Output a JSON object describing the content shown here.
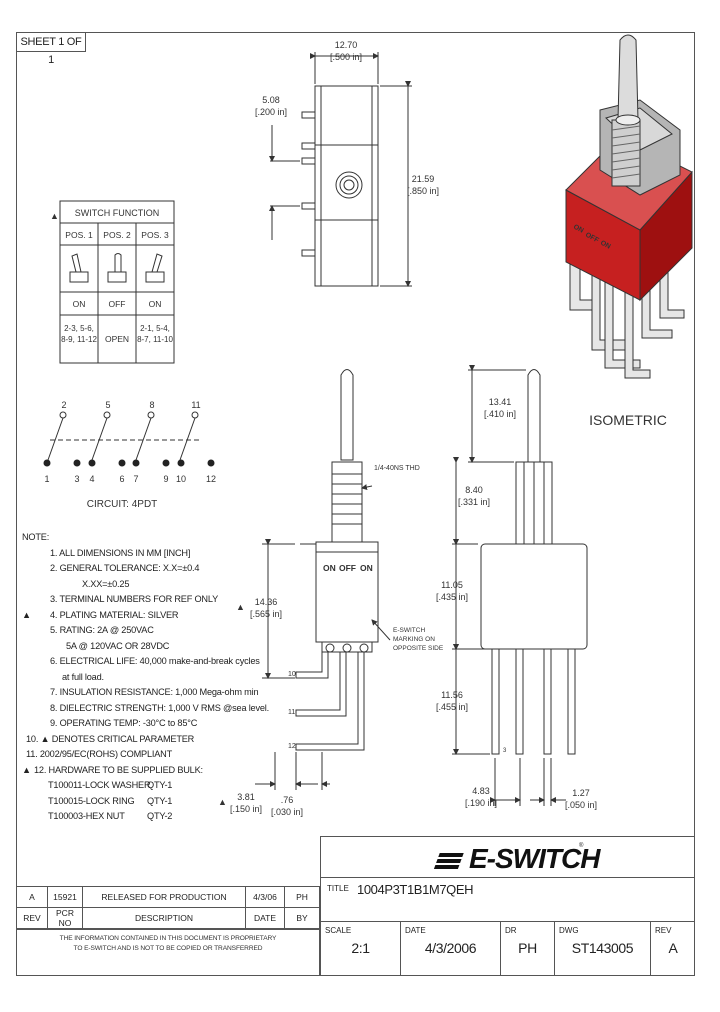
{
  "sheet": "SHEET 1 OF 1",
  "dims": {
    "top_w": "12.70",
    "top_w_in": "[.500 in]",
    "top_h": "5.08",
    "top_h_in": "[.200 in]",
    "top_total": "21.59",
    "top_total_in": "[.850 in]",
    "lever_h": "13.41",
    "lever_h_in": "[.410 in]",
    "bush_h": "8.40",
    "bush_h_in": "[.331 in]",
    "body_h": "11.05",
    "body_h_in": "[.435 in]",
    "pin_h": "11.56",
    "pin_h_in": "[.455 in]",
    "pin_w": "4.83",
    "pin_w_in": "[.190 in]",
    "pitch": "1.27",
    "pitch_in": "[.050 in]",
    "side_h": "14.36",
    "side_h_in": "[.565 in]",
    "foot1": "3.81",
    "foot1_in": "[.150 in]",
    "foot2": ".76",
    "foot2_in": "[.030 in]",
    "thread": "1/4-40NS THD",
    "mark_lines": [
      "E-SWITCH",
      "MARKING ON",
      "OPPOSITE SIDE"
    ],
    "label_10": "10",
    "label_11": "11",
    "label_12": "12",
    "pin_label": "3"
  },
  "body_marks": [
    "ON",
    "OFF",
    "ON"
  ],
  "isometric": "ISOMETRIC",
  "switch_function": {
    "title": "SWITCH FUNCTION",
    "headers": [
      "POS. 1",
      "POS. 2",
      "POS. 3"
    ],
    "states": [
      "ON",
      "OFF",
      "ON"
    ],
    "connections": [
      "2-3, 5-6, 8-9, 11-12",
      "OPEN",
      "2-1, 5-4, 8-7, 11-10"
    ]
  },
  "circuit": {
    "top_labels": [
      "2",
      "5",
      "8",
      "11"
    ],
    "bottom_labels": [
      "1",
      "3",
      "4",
      "6",
      "7",
      "9",
      "10",
      "12"
    ],
    "caption": "CIRCUIT: 4PDT"
  },
  "notes": {
    "title": "NOTE:",
    "n1": "1. ALL DIMENSIONS IN MM [INCH]",
    "n2": "2. GENERAL TOLERANCE: X.X=±0.4",
    "n2b": "X.XX=±0.25",
    "n3": "3. TERMINAL NUMBERS FOR REF ONLY",
    "n4": "4. PLATING MATERIAL: SILVER",
    "n5": "5. RATING: 2A @ 250VAC",
    "n5b": "5A @ 120VAC OR 28VDC",
    "n6": "6. ELECTRICAL LIFE: 40,000 make-and-break cycles",
    "n6b": "at full load.",
    "n7": "7. INSULATION RESISTANCE: 1,000 Mega-ohm min",
    "n8": "8. DIELECTRIC STRENGTH: 1,000 V RMS @sea level.",
    "n9": "9. OPERATING TEMP: -30°C to 85°C",
    "n10": "10. ▲ DENOTES CRITICAL PARAMETER",
    "n11": "11. 2002/95/EC(ROHS) COMPLIANT",
    "n12": "12. HARDWARE TO BE SUPPLIED BULK:",
    "h1": "T100011-LOCK WASHER",
    "q1": "QTY-1",
    "h2": "T100015-LOCK RING",
    "q2": "QTY-1",
    "h3": "T100003-HEX NUT",
    "q3": "QTY-2"
  },
  "revisions": {
    "row": [
      "A",
      "15921",
      "RELEASED FOR PRODUCTION",
      "4/3/06",
      "PH"
    ],
    "headers": [
      "REV",
      "PCR NO",
      "DESCRIPTION",
      "DATE",
      "BY"
    ]
  },
  "disclaimer": [
    "THE INFORMATION CONTAINED IN THIS DOCUMENT IS PROPRIETARY",
    "TO E-SWITCH AND IS NOT TO BE COPIED OR TRANSFERRED"
  ],
  "title_block": {
    "logo": "E-SWITCH",
    "logo_reg": "®",
    "title_label": "TITLE",
    "title": "1004P3T1B1M7QEH",
    "scale_label": "SCALE",
    "scale": "2:1",
    "date_label": "DATE",
    "date": "4/3/2006",
    "dr_label": "DR",
    "dr": "PH",
    "dwg_label": "DWG",
    "dwg": "ST143005",
    "rev_label": "REV",
    "rev": "A"
  },
  "colors": {
    "body_red": "#c62020",
    "metal": "#9a9a9a"
  }
}
